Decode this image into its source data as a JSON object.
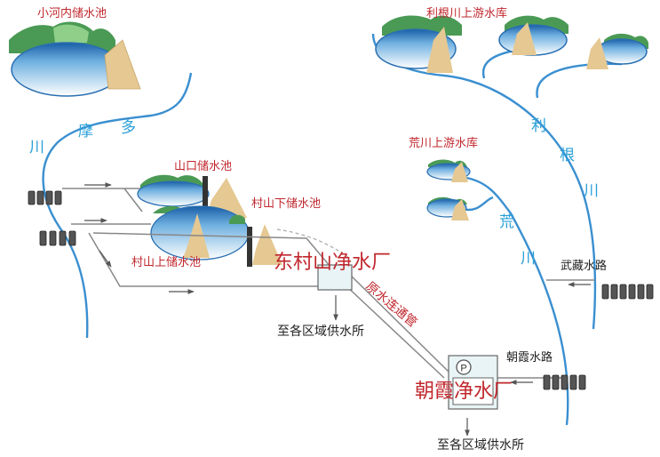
{
  "labels": {
    "xiaohe_reservoir": "小河内储水池",
    "tama_river": [
      "川",
      "摩",
      "多"
    ],
    "tone_upstream": "利根川上游水库",
    "tone_river": [
      "利",
      "根",
      "川"
    ],
    "arakawa_upstream": "荒川上游水库",
    "arakawa_river": [
      "荒",
      "川"
    ],
    "yamaguchi_reservoir": "山口储水池",
    "murayama_lower": "村山下储水池",
    "murayama_upper": "村山上储水池",
    "higashimurayama_plant": "东村山净水厂",
    "raw_water_pipe": "原水连通管",
    "supply_1": "至各区域供水所",
    "musashi_channel": "武藏水路",
    "asaka_channel": "朝霞水路",
    "asaka_plant": "朝霞净水厂",
    "supply_2": "至各区域供水所",
    "pump_symbol": "P"
  },
  "colors": {
    "river": "#3a8fd0",
    "reservoir_water": "#1f6db4",
    "dam": "#e5c892",
    "red_text": "#c0272d",
    "blue_text": "#2aa0d8",
    "plant_fill": "#e8f4f5"
  }
}
